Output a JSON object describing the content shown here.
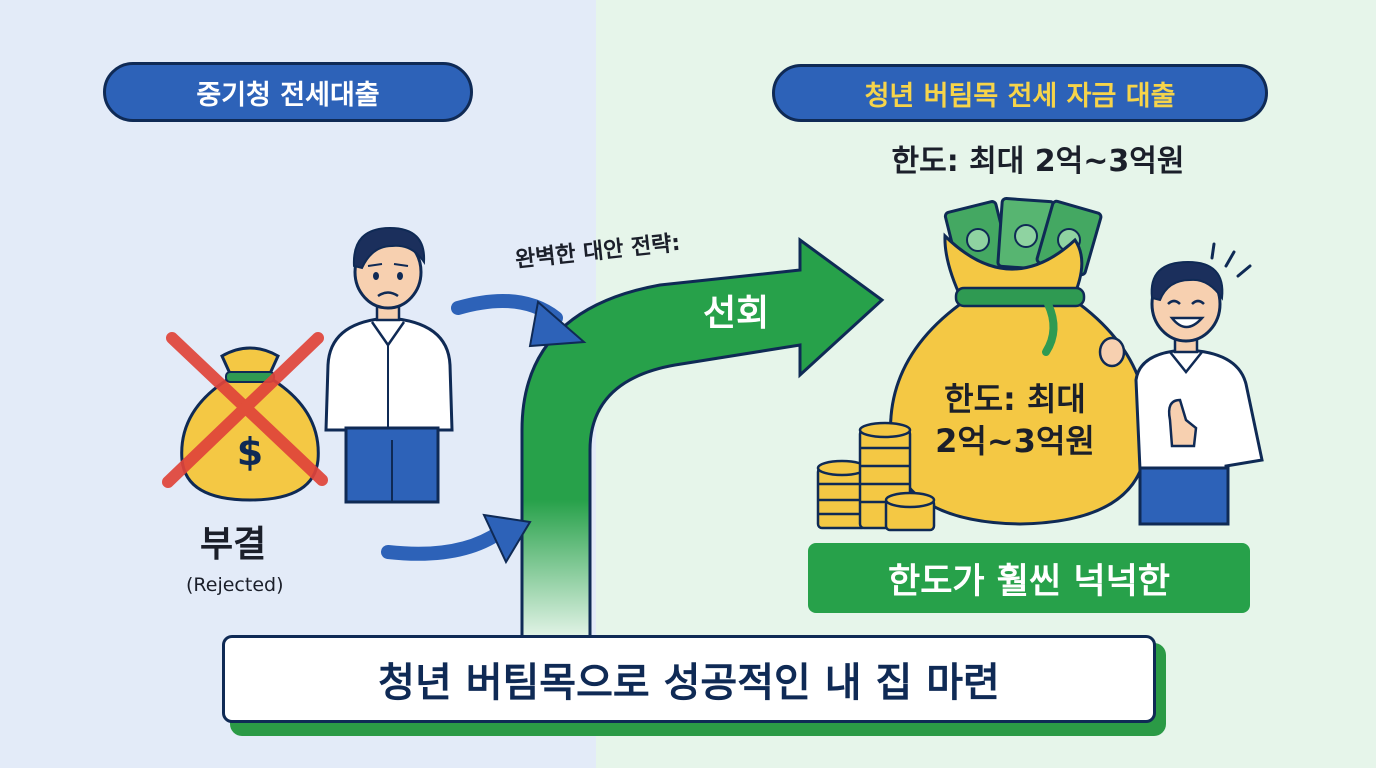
{
  "left_panel": {
    "heading": "중기청 전세대출",
    "rejected_label": "부결",
    "rejected_label_en": "(Rejected)",
    "money_bag_symbol": "$",
    "person_mood": "worried"
  },
  "center": {
    "strategy_caption": "완벽한 대안 전략:",
    "strategy_word": "선회"
  },
  "right_panel": {
    "heading": "청년 버팀목 전세 자금 대출",
    "limit_text": "한도: 최대 2억~3억원",
    "bag_label_line1": "한도: 최대",
    "bag_label_line2": "2억~3억원",
    "highlight_banner": "한도가 훨씬 넉넉한",
    "person_mood": "happy"
  },
  "bottom_banner": "청년 버팀목으로 성공적인 내 집 마련",
  "colors": {
    "left_background": "#e3ebf8",
    "right_background": "#e6f5ea",
    "navy": "#0f2a55",
    "pill_blue": "#2d62b8",
    "pill_right_text": "#f6d44a",
    "arrow_green": "#27a14a",
    "rejection_red": "#e0443a",
    "gold": "#f4c844"
  },
  "icons": [
    "money-bag-icon",
    "cross-mark-icon",
    "worried-person-icon",
    "happy-person-icon",
    "coin-stack-icon",
    "cash-bills-icon",
    "curved-arrow-icon"
  ]
}
